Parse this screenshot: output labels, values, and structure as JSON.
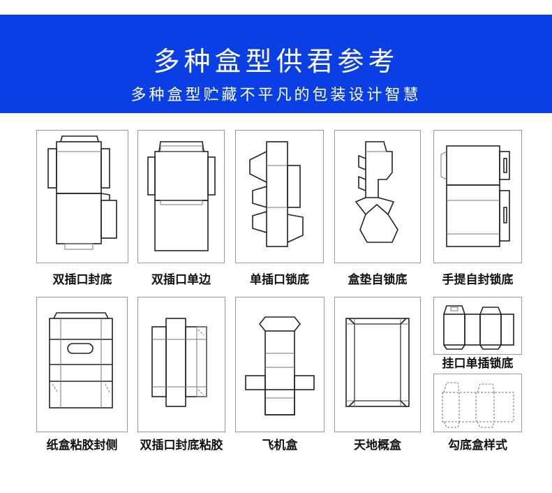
{
  "header": {
    "title": "多种盒型供君参考",
    "subtitle": "多种盒型贮藏不平凡的包装设计智慧"
  },
  "colors": {
    "banner": "#0a3fe6",
    "banner_text": "#ffffff",
    "card_border": "#9a9a9a",
    "label_text": "#111111"
  },
  "box_types": [
    {
      "label": "双插口封底",
      "icon": "double-tuck-bottom-dieline-icon"
    },
    {
      "label": "双插口单边",
      "icon": "double-tuck-single-side-dieline-icon"
    },
    {
      "label": "单插口锁底",
      "icon": "single-tuck-lock-bottom-dieline-icon"
    },
    {
      "label": "盒垫自锁底",
      "icon": "pad-auto-lock-bottom-dieline-icon"
    },
    {
      "label": "手提自封锁底",
      "icon": "handle-auto-seal-lock-bottom-dieline-icon"
    },
    {
      "label": "纸盒粘胶封侧",
      "icon": "glued-side-seam-dieline-icon"
    },
    {
      "label": "双插口封底粘胶",
      "icon": "double-tuck-glued-bottom-dieline-icon"
    },
    {
      "label": "飞机盒",
      "icon": "mailer-box-dieline-icon"
    },
    {
      "label": "天地概盒",
      "icon": "lid-and-base-box-dieline-icon"
    },
    {
      "label": "挂口单插锁底",
      "icon": "hang-tab-single-tuck-lock-bottom-dieline-icon"
    },
    {
      "label": "勾底盒样式",
      "icon": "hook-bottom-box-dieline-icon"
    }
  ]
}
